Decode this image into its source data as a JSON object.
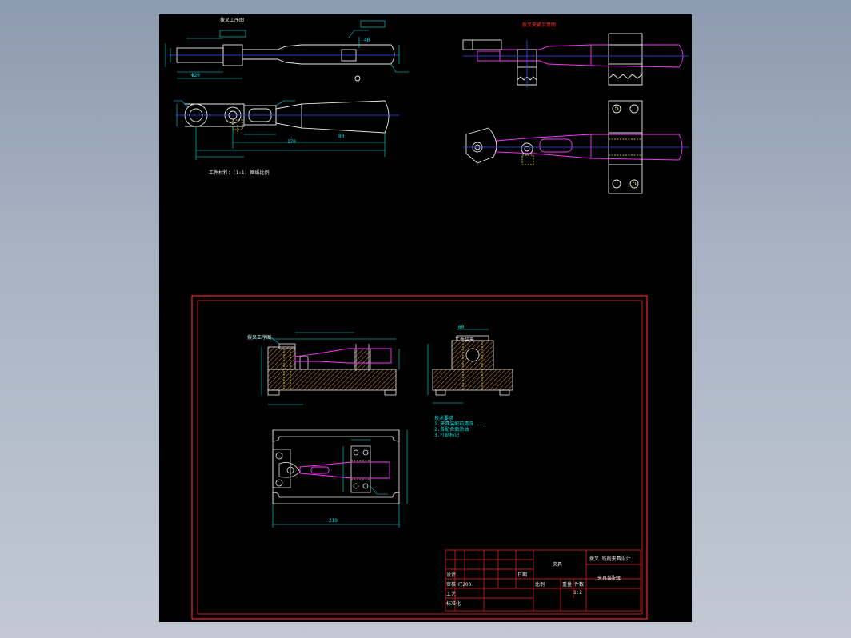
{
  "window": {
    "title": "CAD drawing viewer"
  },
  "colors": {
    "background": "#000000",
    "outline": "#ffffff",
    "dimension": "#00e5e5",
    "frame": "#ff2020",
    "workpiece": "#ff33ff",
    "hidden": "#ffe94a",
    "centerline": "#3050ff",
    "hatch": "#c07a30"
  },
  "part_drawing": {
    "title": "拨叉工序图",
    "note": "工件材料：(1:1) 图纸比例",
    "dims": {
      "overall": "170",
      "mid": "80",
      "diameter": "Φ20",
      "offset": "40"
    }
  },
  "workpiece_views": {
    "title": "拨叉夹紧示意图"
  },
  "assembly": {
    "front_view_title": "拨叉工序图",
    "side_view_title": "工件装夹",
    "base_length": "210",
    "side_width": "60",
    "notes_title": "技术要求",
    "notes": [
      "1.夹具装配前清洗 ...",
      "2.各配合面涂油",
      "3.打刻标记"
    ]
  },
  "title_block": {
    "drawing_name": "拨叉 铣削夹具设计",
    "product": "夹具",
    "drawing_label": "夹具装配图",
    "sheet": "1:2",
    "scale_label": "比例",
    "count_label": "件数",
    "weight_label": "重量",
    "designer_label": "设计",
    "checker_label": "审核",
    "process_label": "工艺",
    "standard_label": "标准化",
    "date_label": "日期",
    "material": "HT200"
  }
}
